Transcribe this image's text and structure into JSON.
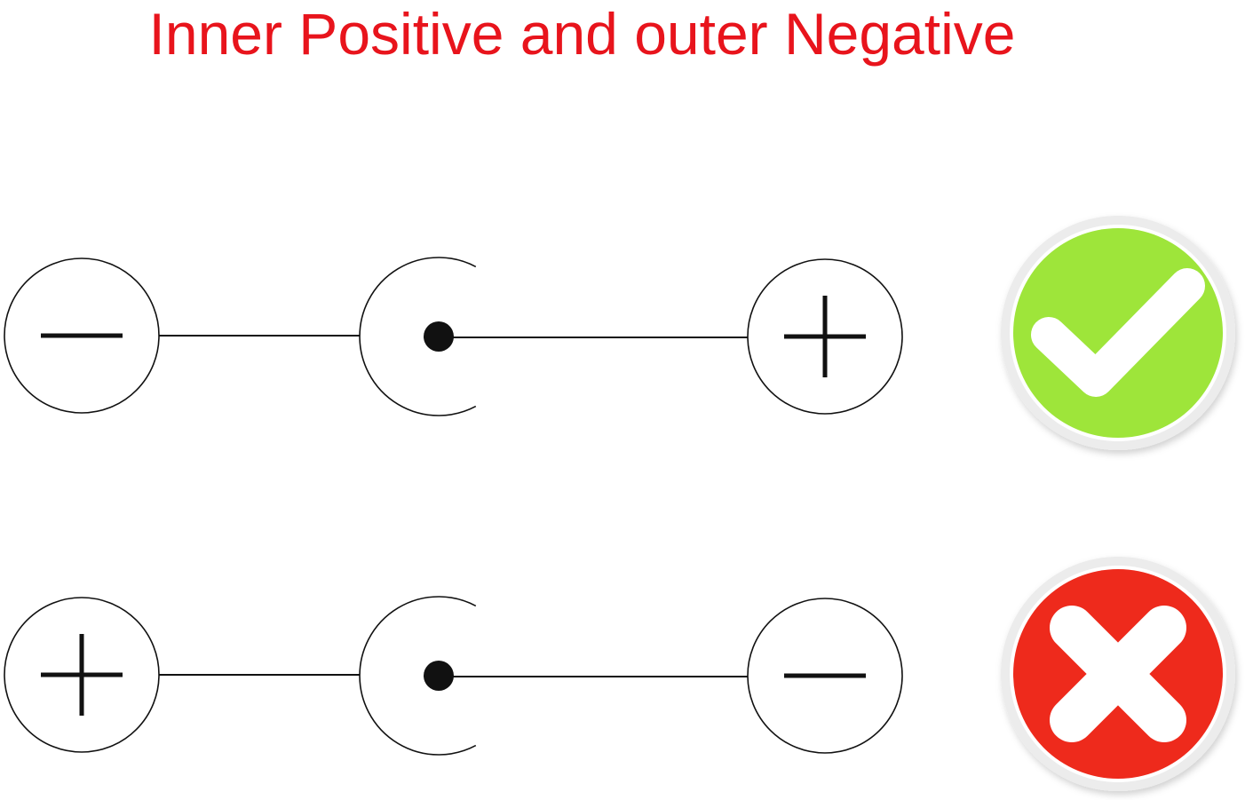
{
  "title": "Inner Positive and outer Negative",
  "colors": {
    "title": "#e8141c",
    "line": "#111111",
    "ok_fill": "#9ee53a",
    "ok_ring": "#ececec",
    "bad_fill": "#ee2a1c",
    "bad_ring": "#ececec",
    "mark": "#ffffff"
  },
  "rows": [
    {
      "name": "correct-polarity",
      "left_terminal": "minus",
      "right_terminal": "plus",
      "status": "correct",
      "status_icon": "checkmark-icon"
    },
    {
      "name": "reversed-polarity",
      "left_terminal": "plus",
      "right_terminal": "minus",
      "status": "incorrect",
      "status_icon": "cross-icon"
    }
  ]
}
